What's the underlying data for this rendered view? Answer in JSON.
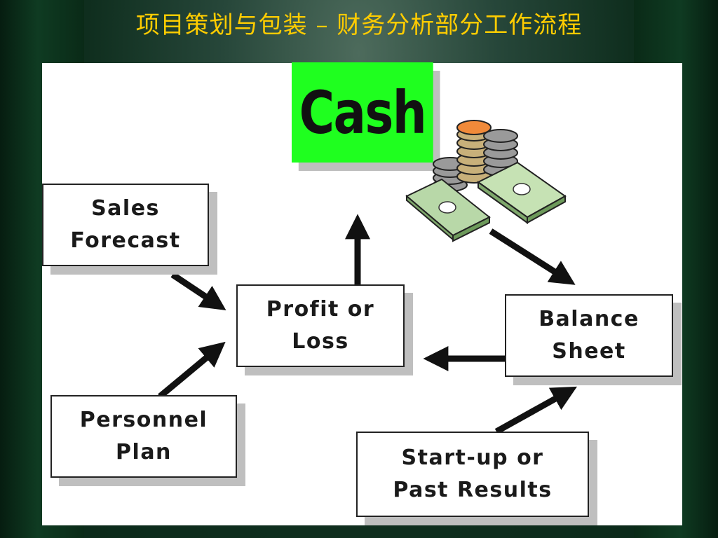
{
  "title": "项目策划与包装 – 财务分析部分工作流程",
  "diagram": {
    "cash": "Cash",
    "sales_forecast": "Sales\nForecast",
    "profit_or_loss": "Profit or\nLoss",
    "balance_sheet": "Balance\nSheet",
    "personnel_plan": "Personnel\nPlan",
    "startup_results": "Start-up or\nPast Results"
  },
  "colors": {
    "title": "#ffcc00",
    "cash_box": "#1fff1f",
    "background": "#0b2a1a"
  },
  "icons": [
    "money-stack-icon"
  ]
}
